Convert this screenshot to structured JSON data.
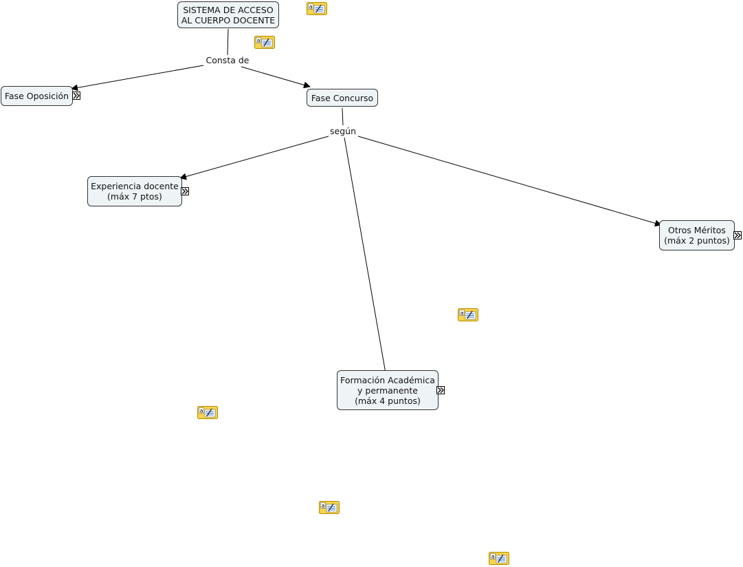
{
  "concepts": {
    "root": "SISTEMA DE ACCESO\nAL CUERPO DOCENTE",
    "fase_oposicion": "Fase Oposición",
    "fase_concurso": "Fase Concurso",
    "experiencia": "Experiencia docente\n(máx 7 ptos)",
    "otros_meritos": "Otros Méritos\n(máx 2 puntos)",
    "formacion": "Formación Académica\ny permanente\n(máx 4 puntos)"
  },
  "linking_phrases": {
    "consta_de": "Consta de",
    "segun": "según"
  },
  "icons": {
    "note": "annotation-note-icon",
    "expand": "expand-submap-icon"
  },
  "colors": {
    "node_fill": "#eef3f6",
    "node_border": "#333333",
    "note_yellow": "#f5d34a",
    "line": "#000000"
  }
}
